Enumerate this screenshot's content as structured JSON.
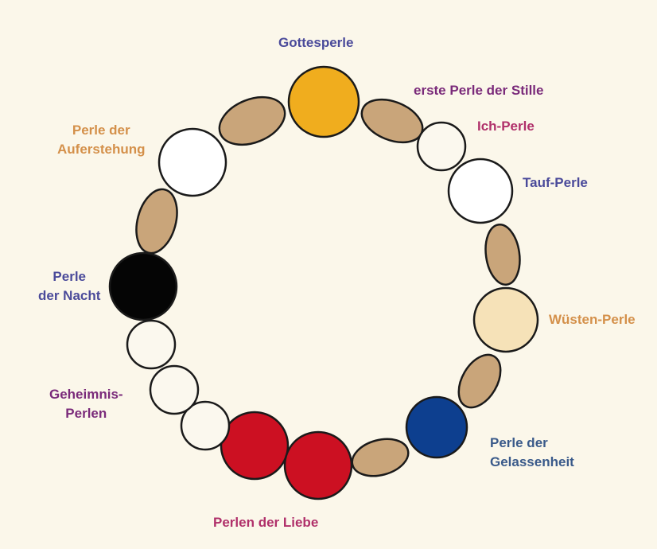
{
  "colors": {
    "background": "#fbf7ea",
    "outline": "#1a1a1a",
    "label_blue": "#4a4a9a",
    "label_purple": "#7a2a7a",
    "label_pink": "#b0306a",
    "label_orange": "#d4904a",
    "label_steel": "#3a5a8a"
  },
  "labels": {
    "gottesperle": "Gottesperle",
    "stille": "erste Perle der Stille",
    "ich": "Ich-Perle",
    "tauf": "Tauf-Perle",
    "wuesten": "Wüsten-Perle",
    "gelassenheit_1": "Perle der",
    "gelassenheit_2": "Gelassenheit",
    "liebe": "Perlen der Liebe",
    "geheimnis_1": "Geheimnis-",
    "geheimnis_2": "Perlen",
    "nacht_1": "Perle",
    "nacht_2": "der Nacht",
    "auferstehung_1": "Perle der",
    "auferstehung_2": "Auferstehung"
  },
  "beads": [
    {
      "name": "gottesperle-bead",
      "kind": "round",
      "fill": "#f0ad1e"
    },
    {
      "name": "stille-bead-1",
      "kind": "oval",
      "fill": "#c9a57a"
    },
    {
      "name": "ich-perle-bead",
      "kind": "round",
      "fill": "#fbf8ee"
    },
    {
      "name": "tauf-perle-bead",
      "kind": "round",
      "fill": "#ffffff"
    },
    {
      "name": "stille-bead-2",
      "kind": "oval",
      "fill": "#c9a57a"
    },
    {
      "name": "wuesten-perle-bead",
      "kind": "round",
      "fill": "#f6e2b8"
    },
    {
      "name": "stille-bead-3",
      "kind": "oval",
      "fill": "#c9a57a"
    },
    {
      "name": "gelassenheit-bead",
      "kind": "round",
      "fill": "#0d3f8f"
    },
    {
      "name": "stille-bead-4",
      "kind": "oval",
      "fill": "#c9a57a"
    },
    {
      "name": "liebe-bead-1",
      "kind": "round",
      "fill": "#cc1022"
    },
    {
      "name": "liebe-bead-2",
      "kind": "round",
      "fill": "#cc1022"
    },
    {
      "name": "geheimnis-bead-1",
      "kind": "round",
      "fill": "#fbf8ee"
    },
    {
      "name": "geheimnis-bead-2",
      "kind": "round",
      "fill": "#fbf8ee"
    },
    {
      "name": "geheimnis-bead-3",
      "kind": "round",
      "fill": "#fbf8ee"
    },
    {
      "name": "nacht-bead",
      "kind": "round",
      "fill": "#050505"
    },
    {
      "name": "stille-bead-5",
      "kind": "oval",
      "fill": "#c9a57a"
    },
    {
      "name": "auferstehung-bead",
      "kind": "round",
      "fill": "#ffffff"
    },
    {
      "name": "stille-bead-6",
      "kind": "oval",
      "fill": "#c9a57a"
    }
  ]
}
